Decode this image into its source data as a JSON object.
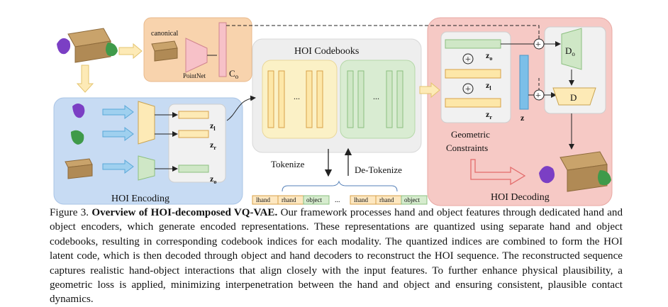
{
  "figure": {
    "canonical_label": "canonical",
    "pointnet_label": "PointNet",
    "c_label": "C",
    "c_sub": "o",
    "encoding_title": "HOI Encoding",
    "codebooks_title": "HOI Codebooks",
    "ellipsis": "...",
    "tokenize_label": "Tokenize",
    "detokenize_label": "De-Tokenize",
    "z_base": "z",
    "sub_l": "l",
    "sub_r": "r",
    "sub_o": "o",
    "z_label": "z",
    "decoder_o_label": "D",
    "decoder_o_sub": "o",
    "decoder_label": "D",
    "geometric_line1": "Geometric",
    "geometric_line2": "Constraints",
    "decoding_title": "HOI Decoding",
    "plus": "+",
    "tokens": [
      "lhand",
      "rhand",
      "object",
      "lhand",
      "rhand",
      "object"
    ],
    "token_ellipsis": "...",
    "colors": {
      "encoding_bg": "#c7dbf3",
      "canonical_bg": "#f8d3ad",
      "codebook_bg": "#eeeeee",
      "decoding_bg": "#f6c9c5",
      "hand_yellow": "#fdeab6",
      "object_green": "#cfe7c6",
      "latent_blue": "#7cbfe8",
      "pointnet_pink": "#f7c1c8",
      "arrow_yellow": "#f2d27a",
      "arrow_blue": "#7cc2e8",
      "arrow_red": "#e36b6b"
    }
  },
  "caption": {
    "label": "Figure 3.",
    "title": "Overview of HOI-decomposed VQ-VAE.",
    "body": "Our framework processes hand and object features through dedicated hand and object encoders, which generate encoded representations. These representations are quantized using separate hand and object codebooks, resulting in corresponding codebook indices for each modality. The quantized indices are combined to form the HOI latent code, which is then decoded through object and hand decoders to reconstruct the HOI sequence. The reconstructed sequence captures realistic hand-object interactions that align closely with the input features. To further enhance physical plausibility, a geometric loss is applied, minimizing interpenetration between the hand and object and ensuring consistent, plausible contact dynamics."
  }
}
